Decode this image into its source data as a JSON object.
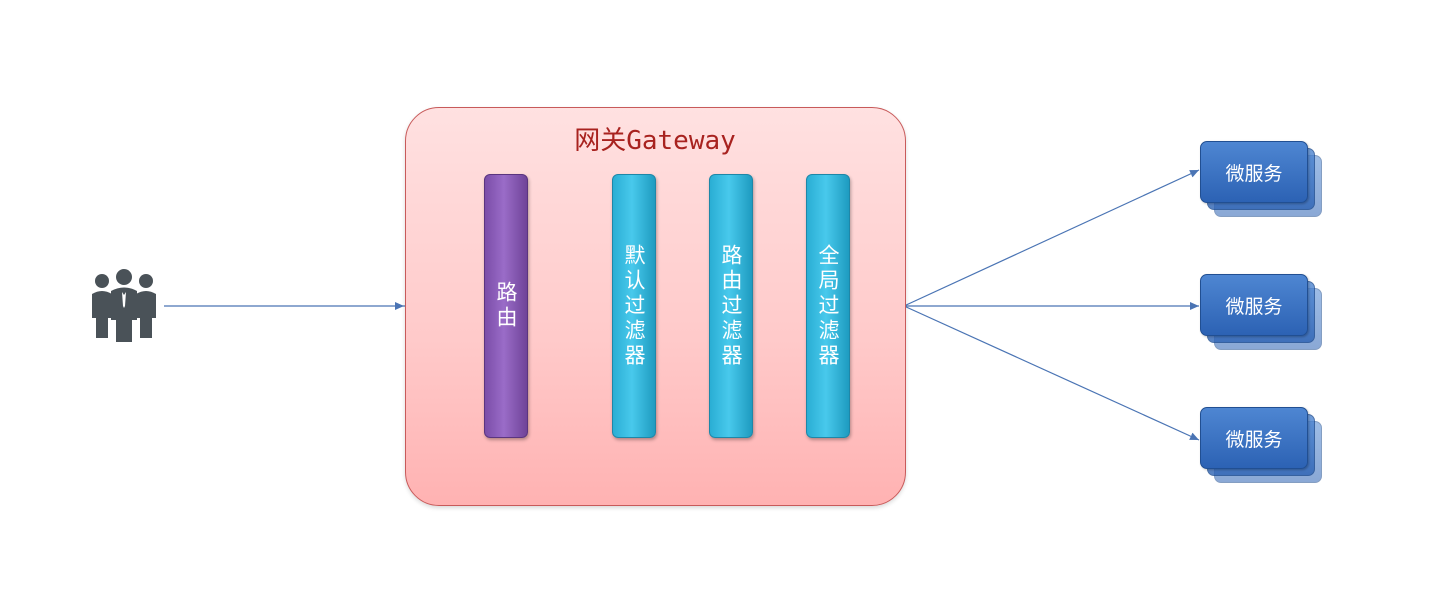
{
  "gateway": {
    "title": "网关Gateway"
  },
  "stages": {
    "router": "路由",
    "default_filter": "默认过滤器",
    "route_filter": "路由过滤器",
    "global_filter": "全局过滤器"
  },
  "services": [
    {
      "label": "微服务"
    },
    {
      "label": "微服务"
    },
    {
      "label": "微服务"
    }
  ],
  "colors": {
    "line": "#4a74b4",
    "gateway_border": "#c85a5a",
    "title": "#a8221f",
    "router_bar": "#8d5fbf",
    "filter_bar": "#38bde3",
    "service": "#3a73c4"
  },
  "icons": {
    "users": "users-group-icon"
  }
}
